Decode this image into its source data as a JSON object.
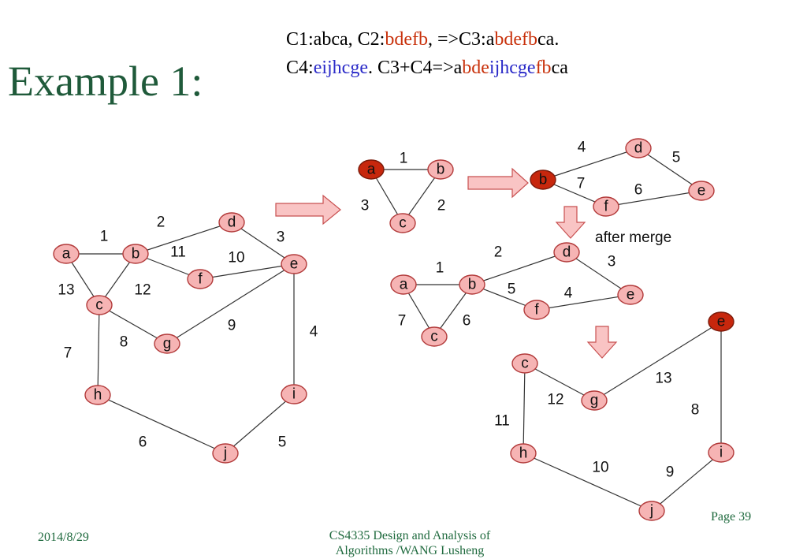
{
  "slide": {
    "title": "Example 1:",
    "cycle_line_1": [
      {
        "text": "C1:abca, C2:",
        "color": "#000000"
      },
      {
        "text": "bdefb",
        "color": "#c8300a"
      },
      {
        "text": ", =>C3:a",
        "color": "#000000"
      },
      {
        "text": "bdefb",
        "color": "#c8300a"
      },
      {
        "text": "ca.",
        "color": "#000000"
      }
    ],
    "cycle_line_2": [
      {
        "text": "C4:",
        "color": "#000000"
      },
      {
        "text": "eijhcge",
        "color": "#2a2ac8"
      },
      {
        "text": ". C3+C4=>a",
        "color": "#000000"
      },
      {
        "text": "bde",
        "color": "#c8300a"
      },
      {
        "text": "ijhcge",
        "color": "#2a2ac8"
      },
      {
        "text": "fb",
        "color": "#c8300a"
      },
      {
        "text": "ca",
        "color": "#000000"
      }
    ],
    "after_merge_label": "after merge",
    "footer": {
      "date": "2014/8/29",
      "course_line1": "CS4335 Design and Analysis of",
      "course_line2": "Algorithms /WANG Lusheng",
      "page": "Page 39"
    }
  },
  "colors": {
    "title": "#1f5a3a",
    "node_fill": "#f6b4b4",
    "node_highlight": "#c7270d",
    "red_text": "#c8300a",
    "blue_text": "#2a2ac8",
    "footer": "#1f6a3e"
  },
  "graphs": [
    {
      "name": "original",
      "nodes": [
        {
          "id": "a",
          "label": "a"
        },
        {
          "id": "b",
          "label": "b"
        },
        {
          "id": "c",
          "label": "c"
        },
        {
          "id": "d",
          "label": "d"
        },
        {
          "id": "e",
          "label": "e"
        },
        {
          "id": "f",
          "label": "f"
        },
        {
          "id": "g",
          "label": "g"
        },
        {
          "id": "h",
          "label": "h"
        },
        {
          "id": "i",
          "label": "i"
        },
        {
          "id": "j",
          "label": "j"
        }
      ],
      "edges": [
        {
          "from": "a",
          "to": "b",
          "weight": "1"
        },
        {
          "from": "b",
          "to": "d",
          "weight": "2"
        },
        {
          "from": "d",
          "to": "e",
          "weight": "3"
        },
        {
          "from": "e",
          "to": "i",
          "weight": "4"
        },
        {
          "from": "i",
          "to": "j",
          "weight": "5"
        },
        {
          "from": "h",
          "to": "j",
          "weight": "6"
        },
        {
          "from": "c",
          "to": "h",
          "weight": "7"
        },
        {
          "from": "c",
          "to": "g",
          "weight": "8"
        },
        {
          "from": "g",
          "to": "e",
          "weight": "9"
        },
        {
          "from": "f",
          "to": "e",
          "weight": "10"
        },
        {
          "from": "b",
          "to": "f",
          "weight": "11"
        },
        {
          "from": "b",
          "to": "c",
          "weight": "12"
        },
        {
          "from": "a",
          "to": "c",
          "weight": "13"
        }
      ]
    },
    {
      "name": "cycle-c1",
      "nodes": [
        {
          "id": "a",
          "label": "a",
          "highlight": true
        },
        {
          "id": "b",
          "label": "b"
        },
        {
          "id": "c",
          "label": "c"
        }
      ],
      "edges": [
        {
          "from": "a",
          "to": "b",
          "weight": "1"
        },
        {
          "from": "b",
          "to": "c",
          "weight": "2"
        },
        {
          "from": "a",
          "to": "c",
          "weight": "3"
        }
      ]
    },
    {
      "name": "cycle-c2",
      "nodes": [
        {
          "id": "b",
          "label": "b",
          "highlight": true
        },
        {
          "id": "d",
          "label": "d"
        },
        {
          "id": "e",
          "label": "e"
        },
        {
          "id": "f",
          "label": "f"
        }
      ],
      "edges": [
        {
          "from": "b",
          "to": "d",
          "weight": "4"
        },
        {
          "from": "d",
          "to": "e",
          "weight": "5"
        },
        {
          "from": "f",
          "to": "e",
          "weight": "6"
        },
        {
          "from": "b",
          "to": "f",
          "weight": "7"
        }
      ]
    },
    {
      "name": "merged",
      "nodes": [
        {
          "id": "a",
          "label": "a"
        },
        {
          "id": "b",
          "label": "b"
        },
        {
          "id": "c",
          "label": "c"
        },
        {
          "id": "d",
          "label": "d"
        },
        {
          "id": "e",
          "label": "e"
        },
        {
          "id": "f",
          "label": "f"
        }
      ],
      "edges": [
        {
          "from": "a",
          "to": "b",
          "weight": "1"
        },
        {
          "from": "b",
          "to": "d",
          "weight": "2"
        },
        {
          "from": "d",
          "to": "e",
          "weight": "3"
        },
        {
          "from": "f",
          "to": "e",
          "weight": "4"
        },
        {
          "from": "b",
          "to": "f",
          "weight": "5"
        },
        {
          "from": "b",
          "to": "c",
          "weight": "6"
        },
        {
          "from": "a",
          "to": "c",
          "weight": "7"
        }
      ]
    },
    {
      "name": "cycle-c4",
      "nodes": [
        {
          "id": "e",
          "label": "e",
          "highlight": true
        },
        {
          "id": "c",
          "label": "c"
        },
        {
          "id": "g",
          "label": "g"
        },
        {
          "id": "h",
          "label": "h"
        },
        {
          "id": "i",
          "label": "i"
        },
        {
          "id": "j",
          "label": "j"
        }
      ],
      "edges": [
        {
          "from": "e",
          "to": "i",
          "weight": "8"
        },
        {
          "from": "i",
          "to": "j",
          "weight": "9"
        },
        {
          "from": "h",
          "to": "j",
          "weight": "10"
        },
        {
          "from": "c",
          "to": "h",
          "weight": "11"
        },
        {
          "from": "c",
          "to": "g",
          "weight": "12"
        },
        {
          "from": "g",
          "to": "e",
          "weight": "13"
        }
      ]
    }
  ]
}
